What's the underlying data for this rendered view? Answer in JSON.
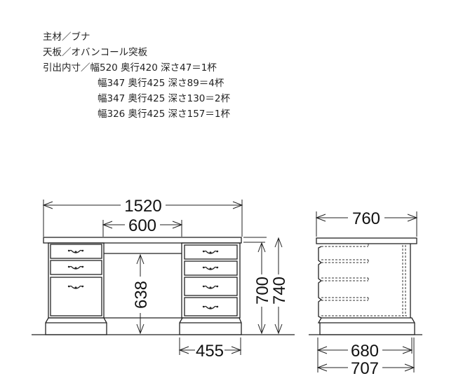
{
  "specs": {
    "main_material": "主材／ブナ",
    "top_board": "天板／オバンコール突板",
    "drawer_inner_label": "引出内寸／",
    "drawer_rows": [
      "幅520 奥行420 深さ47＝1杯",
      "幅347 奥行425 深さ89＝4杯",
      "幅347 奥行425 深さ130＝2杯",
      "幅326 奥行425 深さ157＝1杯"
    ]
  },
  "front_view": {
    "overall_width": "1520",
    "knee_width": "600",
    "knee_height": "638",
    "pedestal_width": "455",
    "desk_height": "700",
    "top_height": "740"
  },
  "side_view": {
    "top_depth": "760",
    "body_depth": "680",
    "base_depth": "707"
  }
}
